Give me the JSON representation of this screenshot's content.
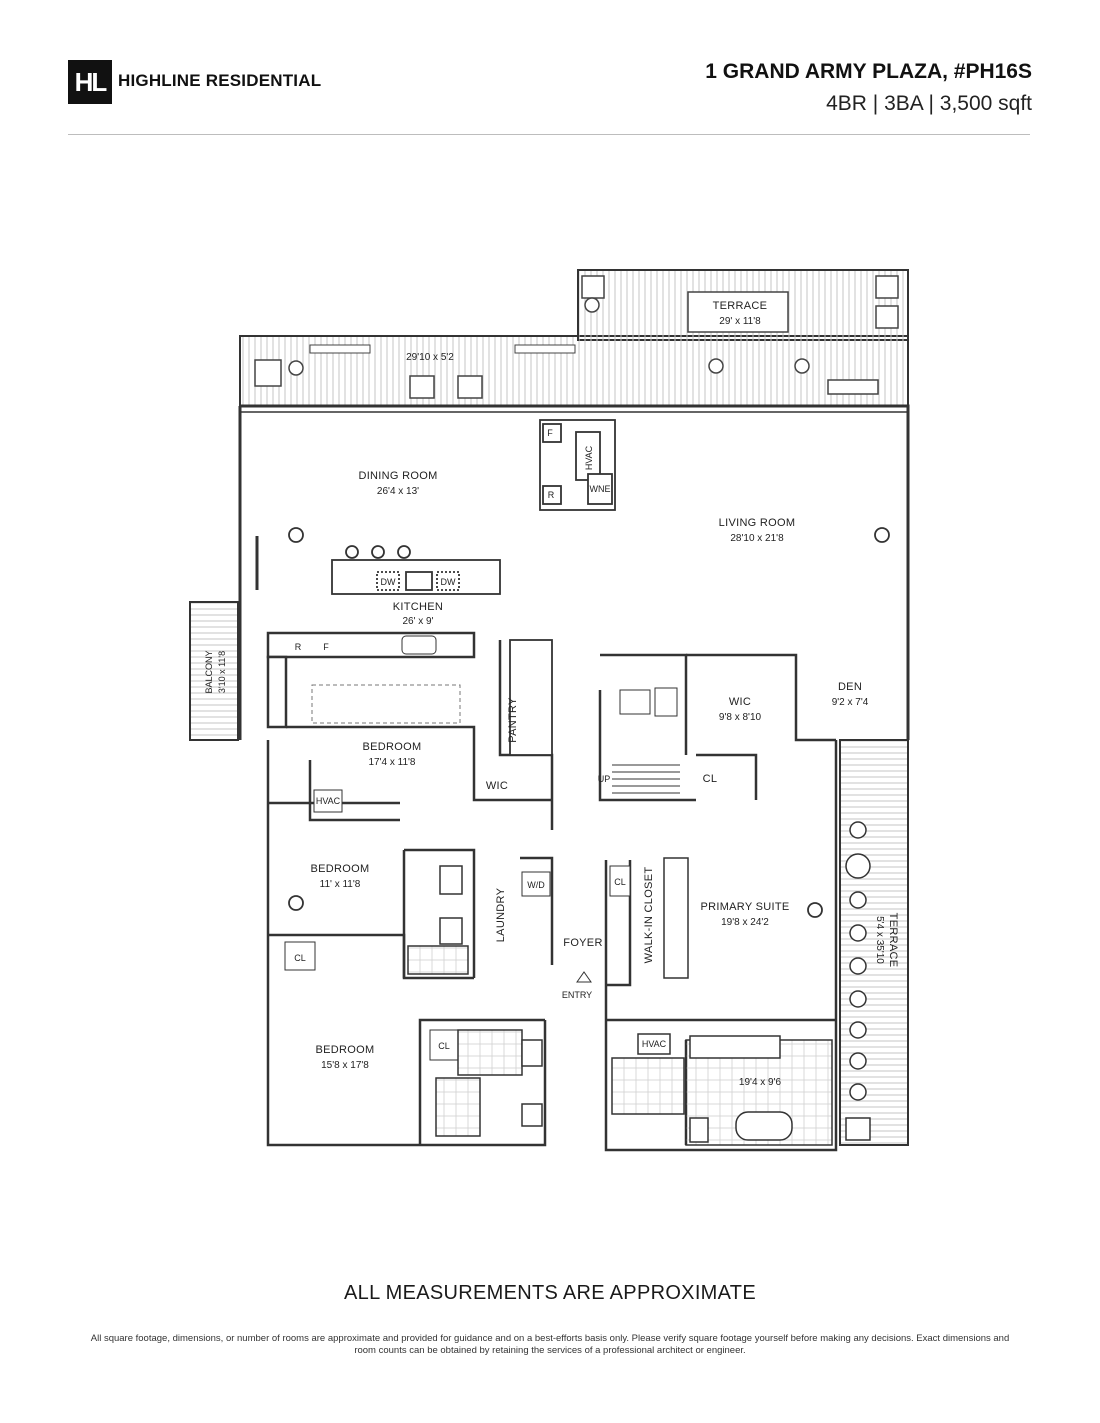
{
  "brand": {
    "logo_mark": "HL",
    "name": "HIGHLINE RESIDENTIAL"
  },
  "listing": {
    "address": "1 GRAND ARMY PLAZA, #PH16S",
    "specs": "4BR | 3BA | 3,500 sqft"
  },
  "rooms": {
    "terrace_top": {
      "name": "TERRACE",
      "dim": "29' x 11'8"
    },
    "balcony_top": {
      "dim": "29'10 x 5'2"
    },
    "dining": {
      "name": "DINING ROOM",
      "dim": "26'4 x 13'"
    },
    "living": {
      "name": "LIVING ROOM",
      "dim": "28'10 x 21'8"
    },
    "kitchen": {
      "name": "KITCHEN",
      "dim": "26' x 9'"
    },
    "balcony_side": {
      "name": "BALCONY",
      "dim": "3'10 x 11'8"
    },
    "den": {
      "name": "DEN",
      "dim": "9'2 x 7'4"
    },
    "wic_upper": {
      "name": "WIC",
      "dim": "9'8 x 8'10"
    },
    "bedroom1": {
      "name": "BEDROOM",
      "dim": "17'4 x 11'8"
    },
    "bedroom2": {
      "name": "BEDROOM",
      "dim": "11' x 11'8"
    },
    "bedroom3": {
      "name": "BEDROOM",
      "dim": "15'8 x 17'8"
    },
    "primary": {
      "name": "PRIMARY SUITE",
      "dim": "19'8 x 24'2"
    },
    "terrace_side": {
      "name": "TERRACE",
      "dim": "5'4 x 35'10"
    },
    "primary_bath": {
      "dim": "19'4 x 9'6"
    },
    "pantry": "PANTRY",
    "laundry": "LAUNDRY",
    "walk_in_closet": "WALK-IN CLOSET",
    "foyer": "FOYER",
    "entry": "ENTRY",
    "wic": "WIC",
    "cl": "CL",
    "up": "UP"
  },
  "fixtures": {
    "fridge": "F",
    "range": "R",
    "dishwasher": "DW",
    "hvac": "HVAC",
    "washer_dryer": "W/D",
    "wine": "WNE"
  },
  "footer": {
    "title": "ALL MEASUREMENTS ARE APPROXIMATE",
    "disclaimer": "All square footage, dimensions, or number of rooms are approximate and provided for guidance and on a best-efforts basis only. Please verify square footage yourself before making any decisions. Exact dimensions and room counts can be obtained by retaining the services of a professional architect or engineer."
  },
  "colors": {
    "ink": "#111111",
    "wall": "#333333",
    "deck": "#bbbbbb"
  }
}
